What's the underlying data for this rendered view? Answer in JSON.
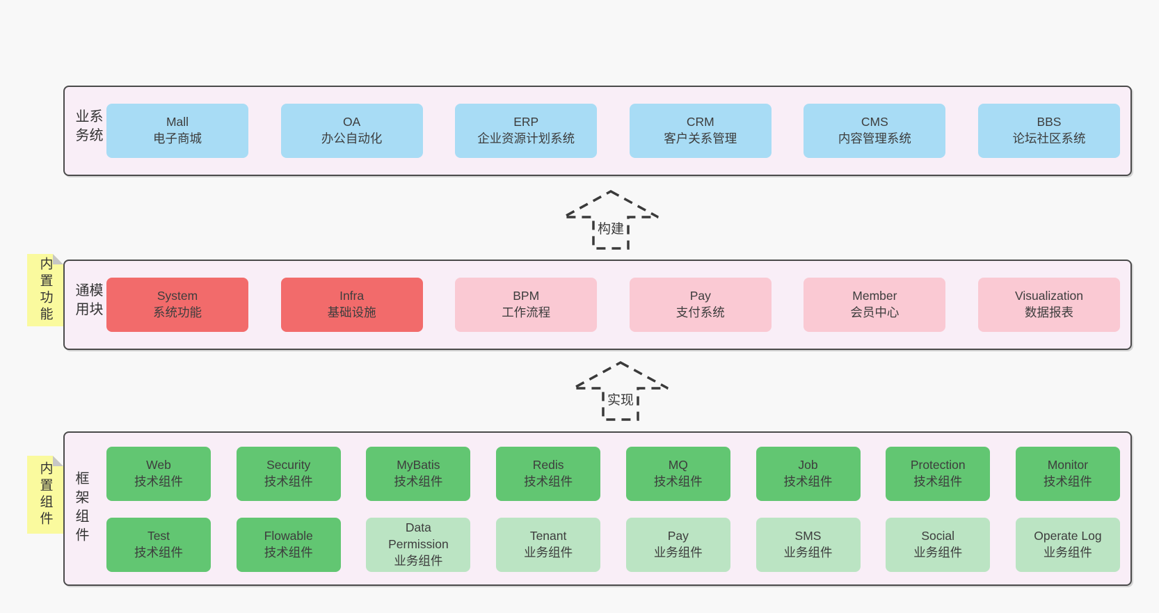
{
  "colors": {
    "page_bg": "#f8f8f8",
    "container_bg": "#f9eef7",
    "container_border": "#4a4a4a",
    "note_bg": "#fafa9e",
    "note_fold": "#c6c6c6",
    "blue": "#a8dcf5",
    "red": "#f26b6b",
    "pink": "#fac9d3",
    "green": "#62c672",
    "light_green": "#bbe4c3",
    "text": "#3d3d3d"
  },
  "sections": {
    "business": {
      "label": "业务系统",
      "boxes": [
        {
          "name": "Mall",
          "desc": "电子商城",
          "variant": "blue"
        },
        {
          "name": "OA",
          "desc": "办公自动化",
          "variant": "blue"
        },
        {
          "name": "ERP",
          "desc": "企业资源计划系统",
          "variant": "blue"
        },
        {
          "name": "CRM",
          "desc": "客户关系管理",
          "variant": "blue"
        },
        {
          "name": "CMS",
          "desc": "内容管理系统",
          "variant": "blue"
        },
        {
          "name": "BBS",
          "desc": "论坛社区系统",
          "variant": "blue"
        }
      ]
    },
    "modules": {
      "label": "通用模块",
      "note": "内置功能",
      "boxes": [
        {
          "name": "System",
          "desc": "系统功能",
          "variant": "red"
        },
        {
          "name": "Infra",
          "desc": "基础设施",
          "variant": "red"
        },
        {
          "name": "BPM",
          "desc": "工作流程",
          "variant": "pink"
        },
        {
          "name": "Pay",
          "desc": "支付系统",
          "variant": "pink"
        },
        {
          "name": "Member",
          "desc": "会员中心",
          "variant": "pink"
        },
        {
          "name": "Visualization",
          "desc": "数据报表",
          "variant": "pink"
        }
      ]
    },
    "framework": {
      "label": "框架组件",
      "note": "内置组件",
      "rows": [
        [
          {
            "name": "Web",
            "desc": "技术组件",
            "variant": "green"
          },
          {
            "name": "Security",
            "desc": "技术组件",
            "variant": "green"
          },
          {
            "name": "MyBatis",
            "desc": "技术组件",
            "variant": "green"
          },
          {
            "name": "Redis",
            "desc": "技术组件",
            "variant": "green"
          },
          {
            "name": "MQ",
            "desc": "技术组件",
            "variant": "green"
          },
          {
            "name": "Job",
            "desc": "技术组件",
            "variant": "green"
          },
          {
            "name": "Protection",
            "desc": "技术组件",
            "variant": "green"
          },
          {
            "name": "Monitor",
            "desc": "技术组件",
            "variant": "green"
          }
        ],
        [
          {
            "name": "Test",
            "desc": "技术组件",
            "variant": "green"
          },
          {
            "name": "Flowable",
            "desc": "技术组件",
            "variant": "green"
          },
          {
            "name": "Data Permission",
            "desc": "业务组件",
            "variant": "lightgreen"
          },
          {
            "name": "Tenant",
            "desc": "业务组件",
            "variant": "lightgreen"
          },
          {
            "name": "Pay",
            "desc": "业务组件",
            "variant": "lightgreen"
          },
          {
            "name": "SMS",
            "desc": "业务组件",
            "variant": "lightgreen"
          },
          {
            "name": "Social",
            "desc": "业务组件",
            "variant": "lightgreen"
          },
          {
            "name": "Operate Log",
            "desc": "业务组件",
            "variant": "lightgreen"
          }
        ]
      ]
    }
  },
  "arrows": [
    {
      "label": "构建"
    },
    {
      "label": "实现"
    }
  ]
}
